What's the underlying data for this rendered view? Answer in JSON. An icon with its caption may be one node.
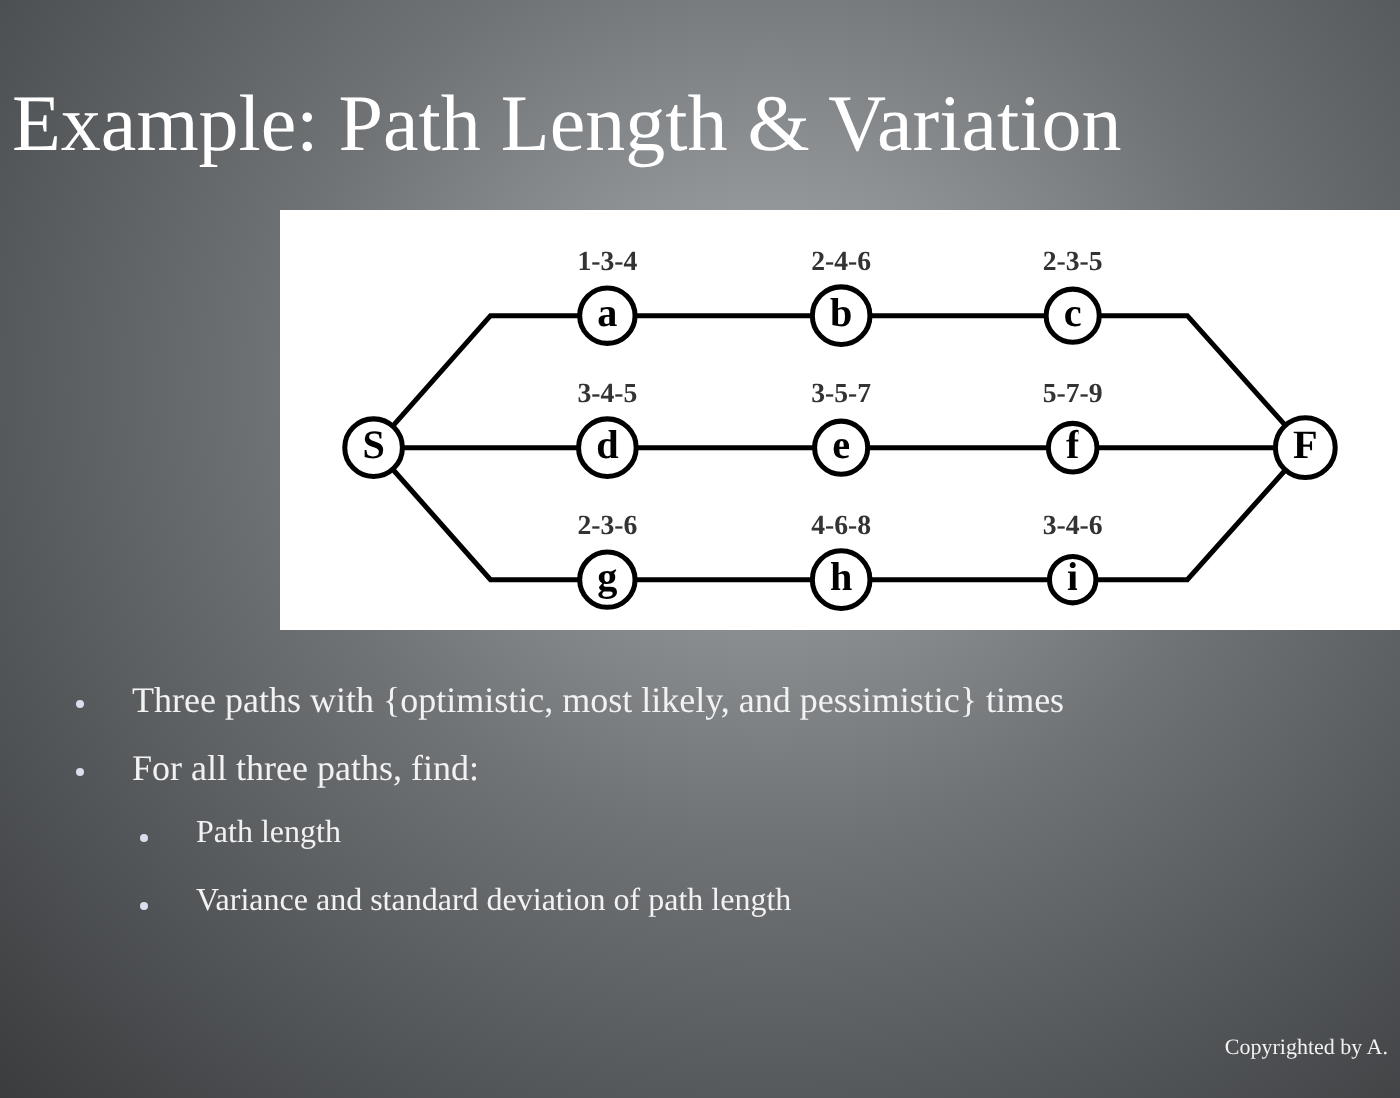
{
  "diagram": {
    "title": "Example: Path Length & Variation",
    "nodes": [
      {
        "text": [
          "S"
        ]
      },
      {
        "text": [
          "a"
        ],
        "beside": [
          "1-3-4"
        ]
      },
      {
        "text": [
          "b"
        ],
        "beside": [
          "2-4-6"
        ]
      },
      {
        "text": [
          "c"
        ],
        "beside": [
          "2-3-5"
        ]
      },
      {
        "text": [
          "d"
        ],
        "beside": [
          "3-4-5"
        ]
      },
      {
        "text": [
          "e"
        ],
        "beside": [
          "3-5-7"
        ]
      },
      {
        "text": [
          "f"
        ],
        "beside": [
          "5-7-9"
        ]
      },
      {
        "text": [
          "g"
        ],
        "beside": [
          "2-3-6"
        ]
      },
      {
        "text": [
          "h"
        ],
        "beside": [
          "4-6-8"
        ]
      },
      {
        "text": [
          "i"
        ],
        "beside": [
          "3-4-6"
        ]
      },
      {
        "text": [
          "F"
        ]
      }
    ],
    "edges": [
      {
        "from": 0,
        "to": 1,
        "arrow": "none"
      },
      {
        "from": 1,
        "to": 2,
        "arrow": "none"
      },
      {
        "from": 2,
        "to": 3,
        "arrow": "none"
      },
      {
        "from": 3,
        "to": 10,
        "arrow": "none"
      },
      {
        "from": 0,
        "to": 4,
        "arrow": "none"
      },
      {
        "from": 4,
        "to": 5,
        "arrow": "none"
      },
      {
        "from": 5,
        "to": 6,
        "arrow": "none"
      },
      {
        "from": 6,
        "to": 10,
        "arrow": "none"
      },
      {
        "from": 0,
        "to": 7,
        "arrow": "none"
      },
      {
        "from": 7,
        "to": 8,
        "arrow": "none"
      },
      {
        "from": 8,
        "to": 9,
        "arrow": "none"
      },
      {
        "from": 9,
        "to": 10,
        "arrow": "none"
      }
    ],
    "labels": [
      "Three paths with {optimistic, most likely, and pessimistic} times",
      "For all three paths, find:",
      "Path length",
      "Variance and standard deviation of path length",
      "Copyrighted by A."
    ]
  }
}
